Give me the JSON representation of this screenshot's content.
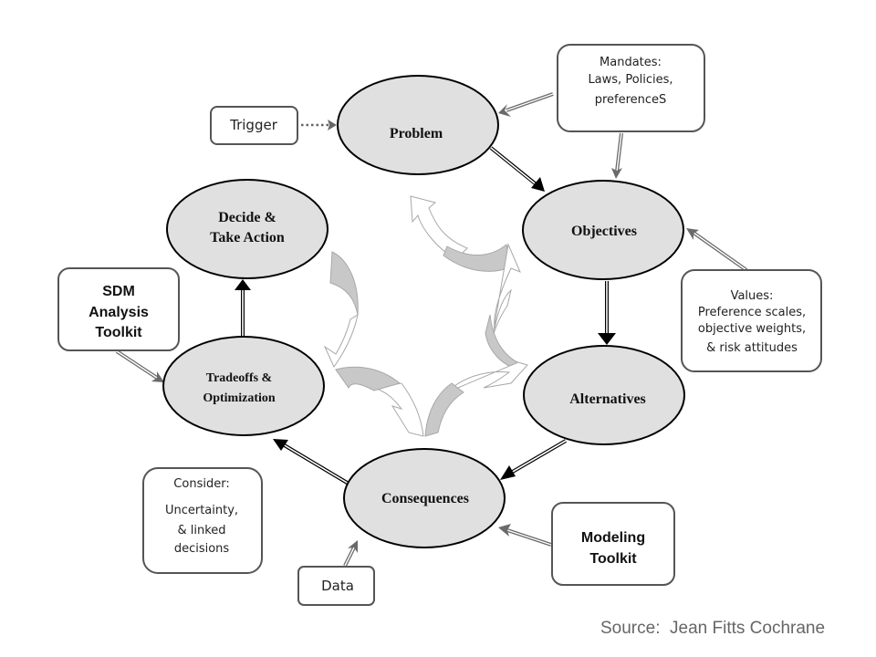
{
  "nodes": {
    "problem": "Problem",
    "objectives": "Objectives",
    "alternatives": "Alternatives",
    "consequences": "Consequences",
    "tradeoffs": [
      "Tradeoffs &",
      "Optimization"
    ],
    "decide": [
      "Decide &",
      "Take Action"
    ]
  },
  "boxes": {
    "trigger": "Trigger",
    "mandates": [
      "Mandates:",
      "Laws, Policies,",
      "preferenceS"
    ],
    "values": [
      "Values:",
      "Preference scales,",
      "objective weights,",
      "& risk attitudes"
    ],
    "sdm_toolkit": [
      "SDM",
      "Analysis",
      "Toolkit"
    ],
    "consider": [
      "Consider:",
      "Uncertainty,",
      "& linked",
      "decisions"
    ],
    "data": "Data",
    "modeling_toolkit": [
      "Modeling",
      "Toolkit"
    ]
  },
  "source": "Source:  Jean Fitts Cochrane",
  "colors": {
    "node_fill": "#e0e0e0",
    "curve_arrow_fill": "#c8c8c8",
    "source_text": "#666666"
  }
}
